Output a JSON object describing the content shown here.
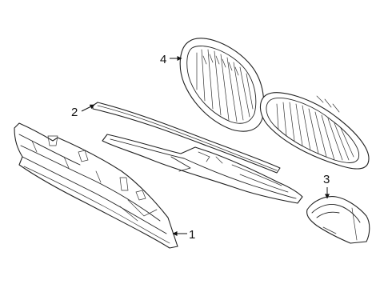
{
  "callouts": {
    "c1": "1",
    "c2": "2",
    "c3": "3",
    "c4": "4"
  },
  "colors": {
    "line": "#222222",
    "background": "#ffffff"
  }
}
